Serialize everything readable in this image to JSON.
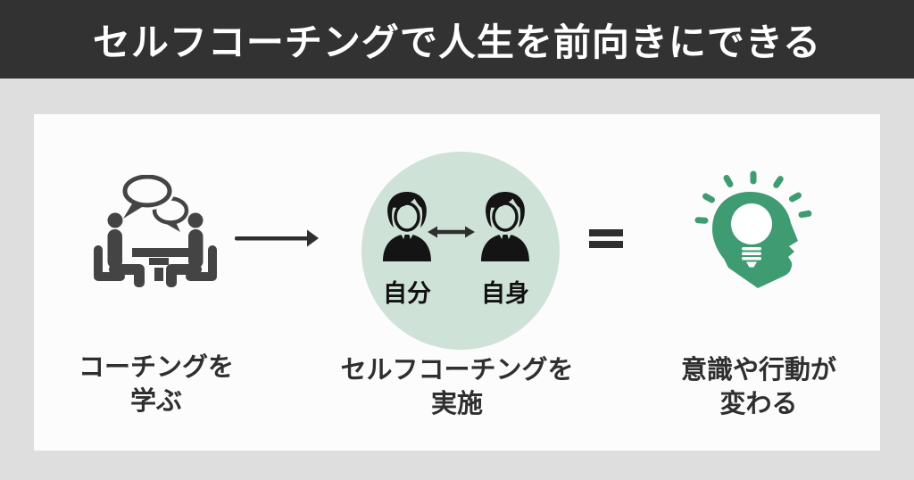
{
  "header": {
    "title": "セルフコーチングで人生を前向きにできる"
  },
  "diagram": {
    "step_learn": {
      "line1": "コーチングを",
      "line2": "学ぶ"
    },
    "step_practice": {
      "person_left_label": "自分",
      "person_right_label": "自身",
      "line1": "セルフコーチングを",
      "line2": "実施"
    },
    "step_result": {
      "line1": "意識や行動が",
      "line2": "変わる"
    }
  },
  "icons": {
    "step_learn": "coaching-session-icon",
    "step_practice_left": "businessman-icon",
    "step_practice_right": "businessman-icon",
    "step_result": "head-with-lightbulb-icon",
    "connector_1": "right-arrow-icon",
    "connector_2": "equals-sign",
    "exchange": "two-way-arrow-icon"
  },
  "colors": {
    "header_bg": "#323232",
    "page_bg": "#dedede",
    "card_bg": "#fcfcfc",
    "circle_bg": "#cfe2d7",
    "icon_gray": "#444444",
    "icon_black": "#141414",
    "accent_green": "#3f9b71",
    "text": "#2f2f2f"
  }
}
